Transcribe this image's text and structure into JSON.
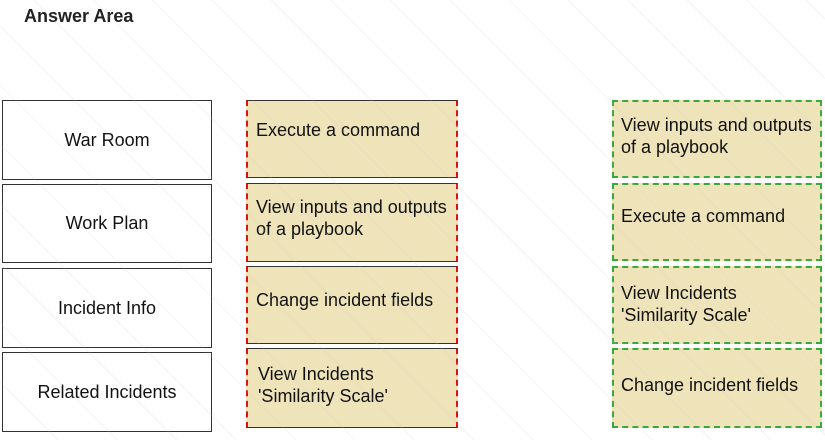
{
  "title": "Answer Area",
  "left": [
    "War Room",
    "Work Plan",
    "Incident Info",
    "Related Incidents"
  ],
  "middle": [
    "Execute a command",
    "View inputs and outputs of a playbook",
    "Change incident fields",
    "View Incidents 'Similarity Scale'"
  ],
  "right": [
    "View inputs and outputs of a playbook",
    "Execute a command",
    "View Incidents 'Similarity Scale'",
    "Change incident fields"
  ]
}
